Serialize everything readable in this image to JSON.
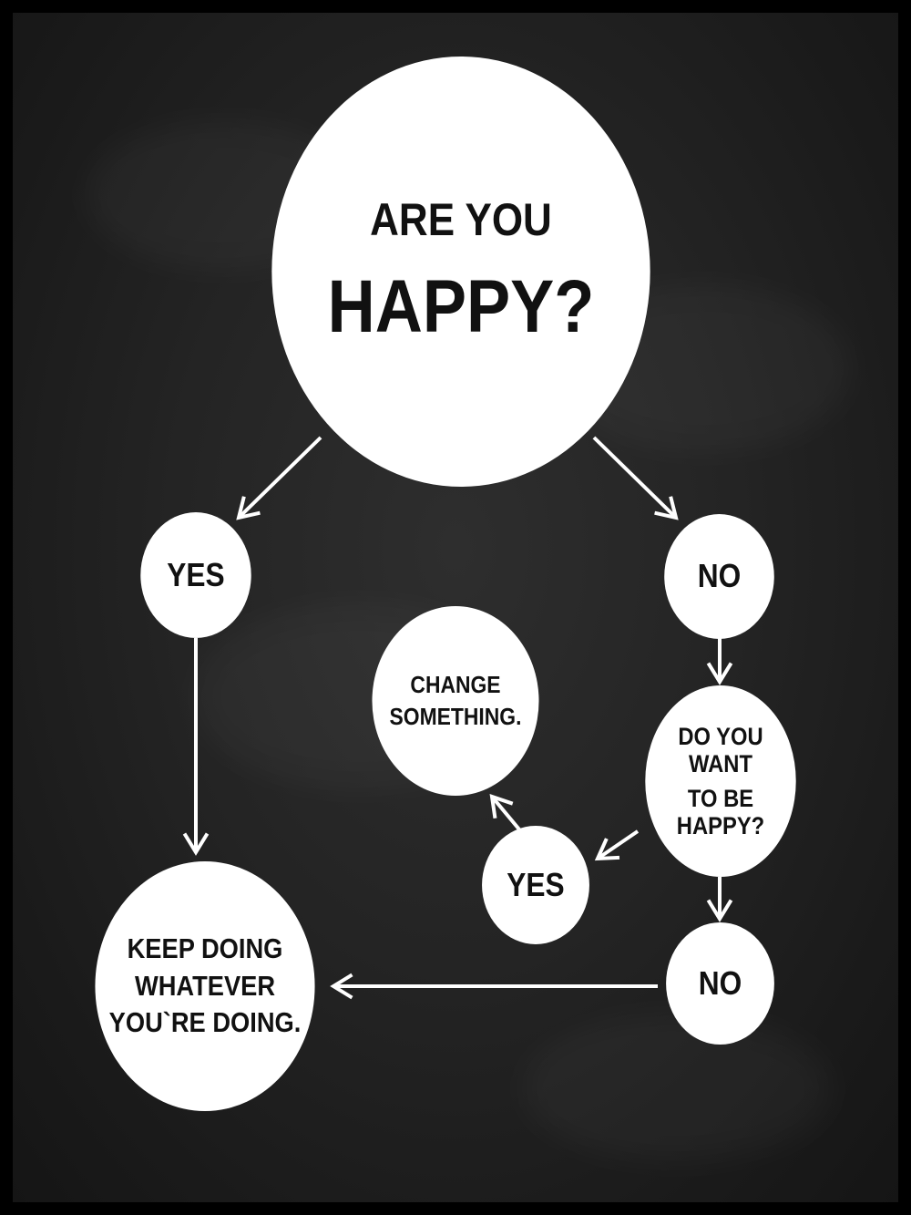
{
  "diagram": {
    "background_color": "#222222",
    "node_color": "#ffffff",
    "text_color": "#111111",
    "arrow_color": "#ffffff",
    "nodes": {
      "question_main": {
        "line1": "ARE YOU",
        "line2": "HAPPY?"
      },
      "yes_1": {
        "label": "YES"
      },
      "no_1": {
        "label": "NO"
      },
      "change": {
        "line1": "CHANGE",
        "line2": "SOMETHING."
      },
      "question_want": {
        "line1": "DO YOU WANT",
        "line2": "TO BE HAPPY?"
      },
      "yes_2": {
        "label": "YES"
      },
      "no_2": {
        "label": "NO"
      },
      "keep": {
        "line1": "KEEP DOING",
        "line2": "WHATEVER",
        "line3": "YOU`RE DOING."
      }
    },
    "edges": [
      {
        "from": "question_main",
        "to": "yes_1"
      },
      {
        "from": "question_main",
        "to": "no_1"
      },
      {
        "from": "yes_1",
        "to": "keep"
      },
      {
        "from": "no_1",
        "to": "question_want"
      },
      {
        "from": "question_want",
        "to": "yes_2"
      },
      {
        "from": "yes_2",
        "to": "change"
      },
      {
        "from": "question_want",
        "to": "no_2"
      },
      {
        "from": "no_2",
        "to": "keep"
      }
    ]
  }
}
